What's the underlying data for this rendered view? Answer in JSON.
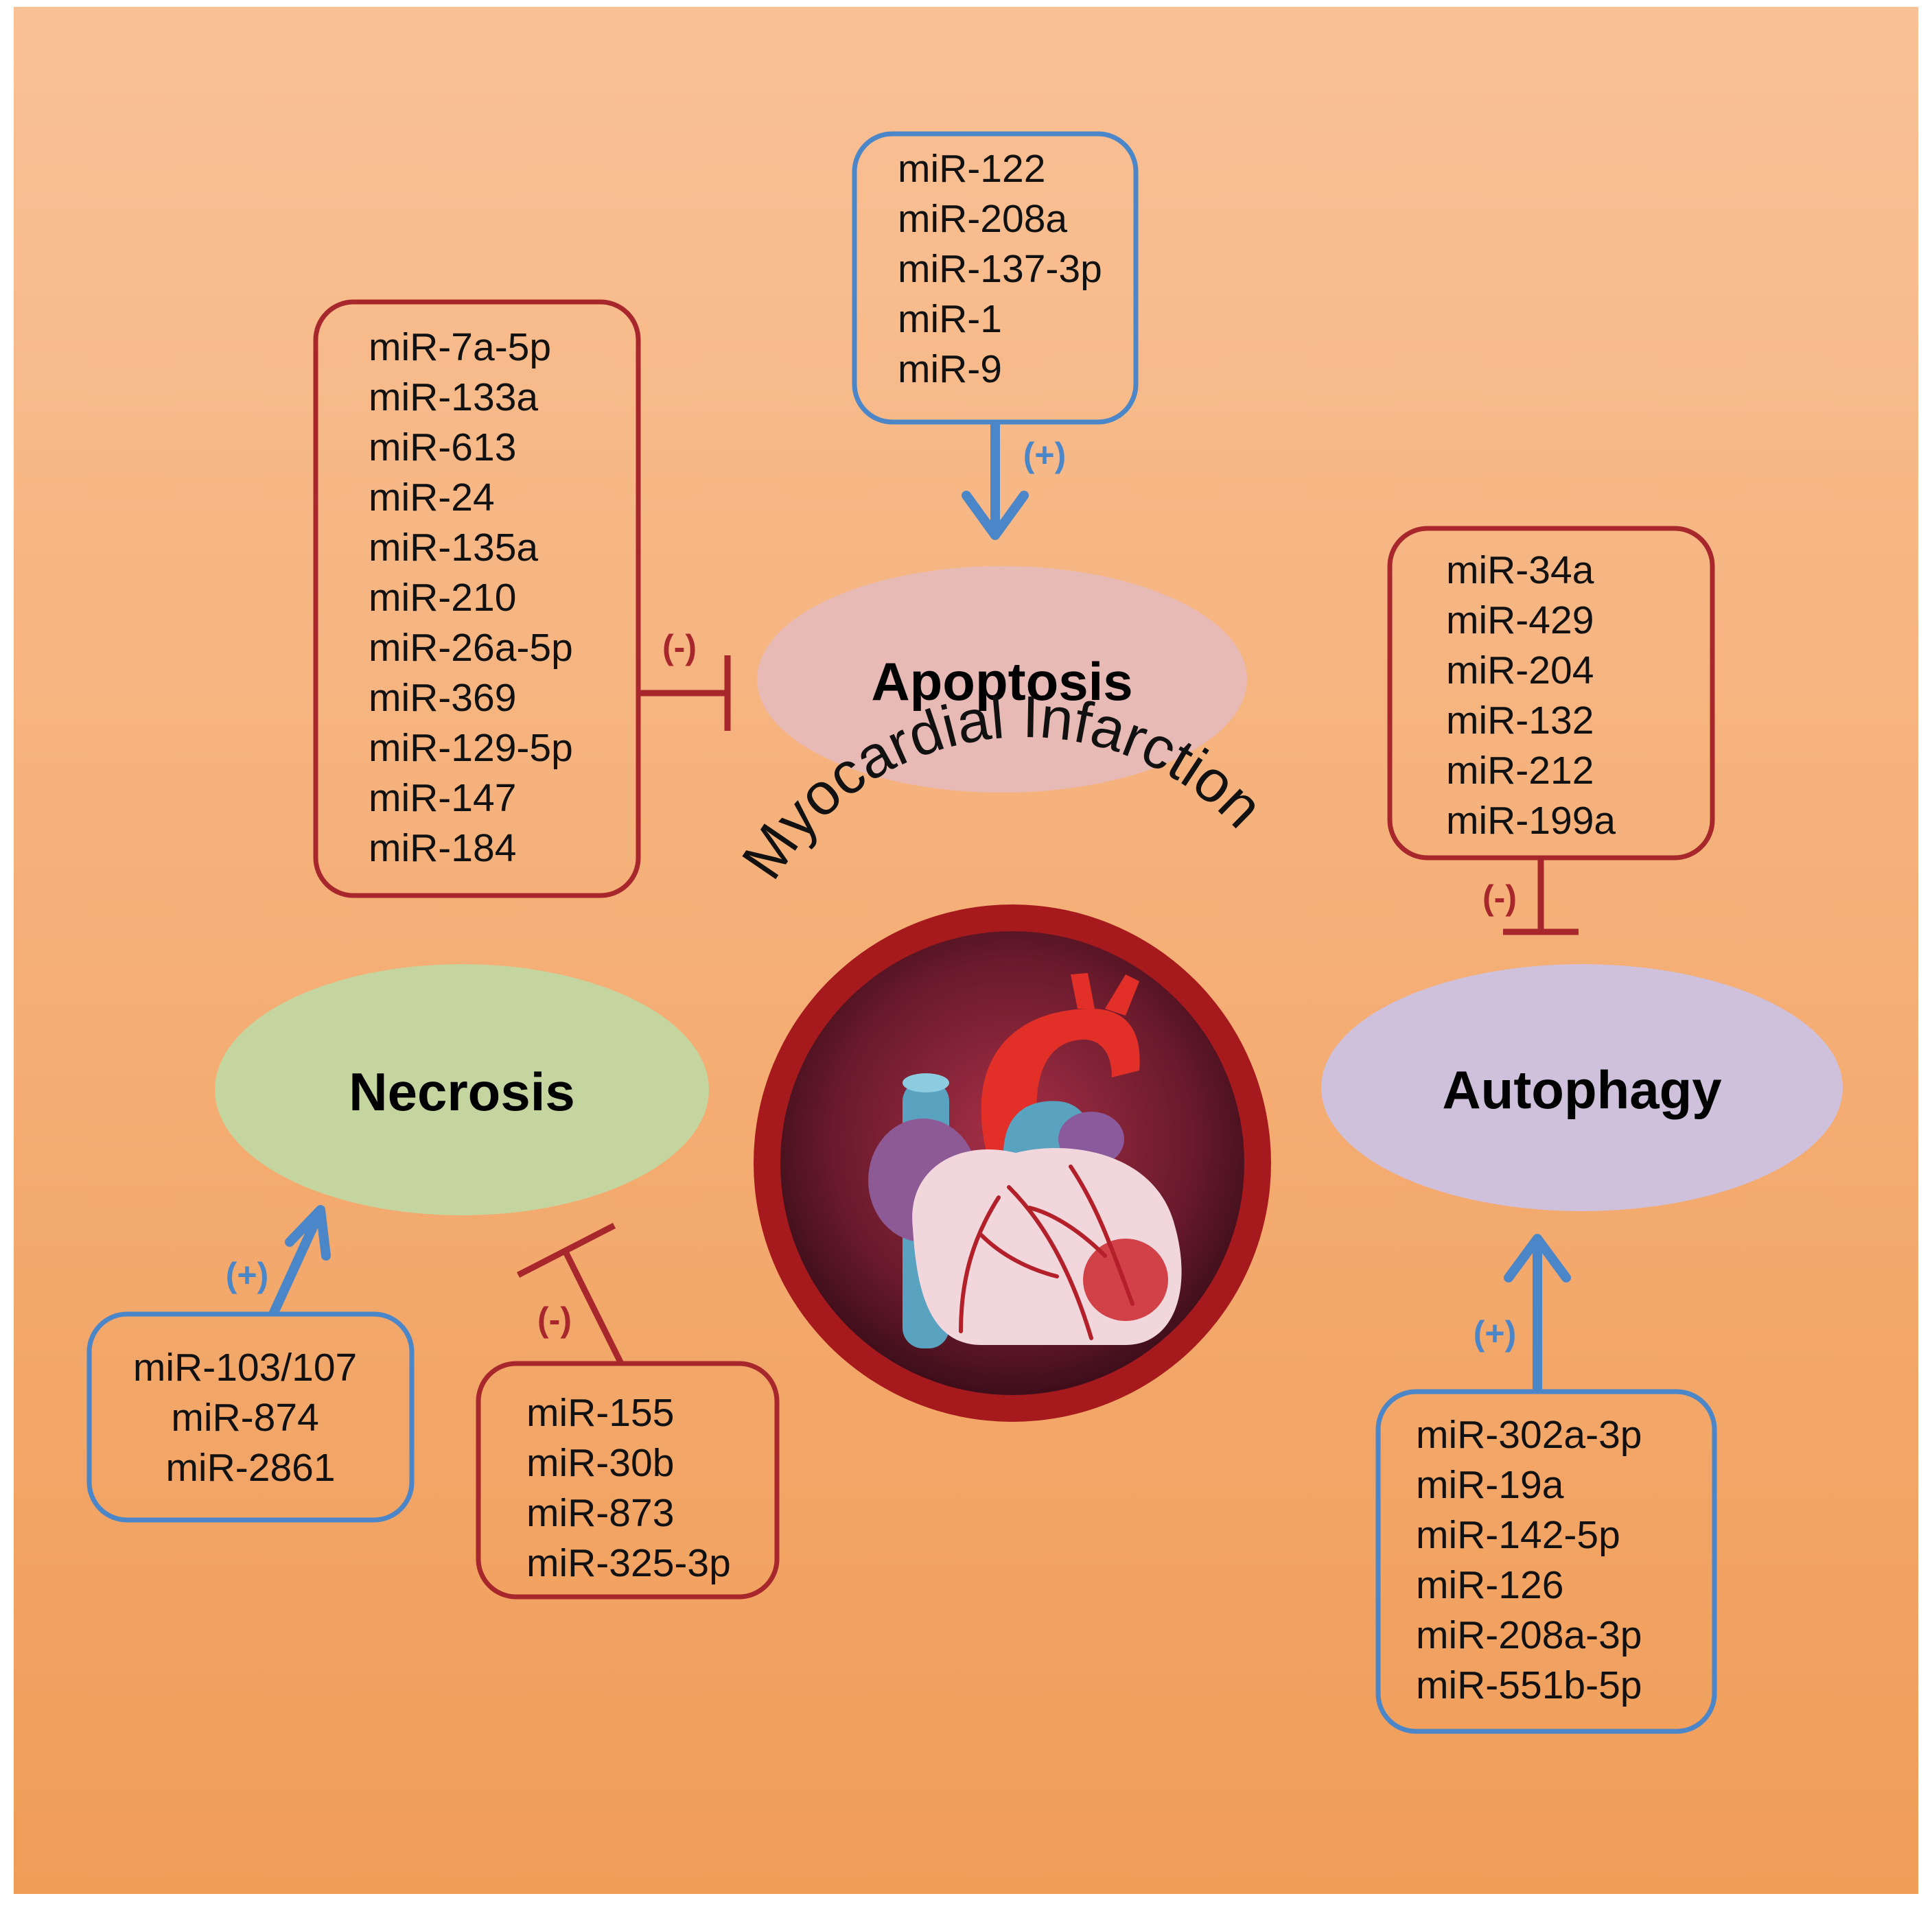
{
  "title": "Myocardial Infarction",
  "colors": {
    "background_top": "#f9c196",
    "background_bottom": "#f09d58",
    "promote": "#4a86c8",
    "inhibit": "#a8272c",
    "apoptosis_fill": "#e8bab6",
    "necrosis_fill": "#c5d59f",
    "autophagy_fill": "#cfc0dc"
  },
  "processes": {
    "apoptosis": "Apoptosis",
    "necrosis": "Necrosis",
    "autophagy": "Autophagy"
  },
  "groups": {
    "apoptosis_promote": {
      "sign": "(+)",
      "mirnas": [
        "miR-122",
        "miR-208a",
        "miR-137-3p",
        "miR-1",
        "miR-9"
      ]
    },
    "apoptosis_inhibit": {
      "sign": "(-)",
      "mirnas": [
        "miR-7a-5p",
        "miR-133a",
        "miR-613",
        "miR-24",
        "miR-135a",
        "miR-210",
        "miR-26a-5p",
        "miR-369",
        "miR-129-5p",
        "miR-147",
        "miR-184"
      ]
    },
    "autophagy_inhibit": {
      "sign": "(-)",
      "mirnas": [
        "miR-34a",
        "miR-429",
        "miR-204",
        "miR-132",
        "miR-212",
        "miR-199a"
      ]
    },
    "autophagy_promote": {
      "sign": "(+)",
      "mirnas": [
        "miR-302a-3p",
        "miR-19a",
        "miR-142-5p",
        "miR-126",
        "miR-208a-3p",
        "miR-551b-5p"
      ]
    },
    "necrosis_promote": {
      "sign": "(+)",
      "mirnas": [
        "miR-103/107",
        "miR-874",
        "miR-2861"
      ]
    },
    "necrosis_inhibit": {
      "sign": "(-)",
      "mirnas": [
        "miR-155",
        "miR-30b",
        "miR-873",
        "miR-325-3p"
      ]
    }
  }
}
